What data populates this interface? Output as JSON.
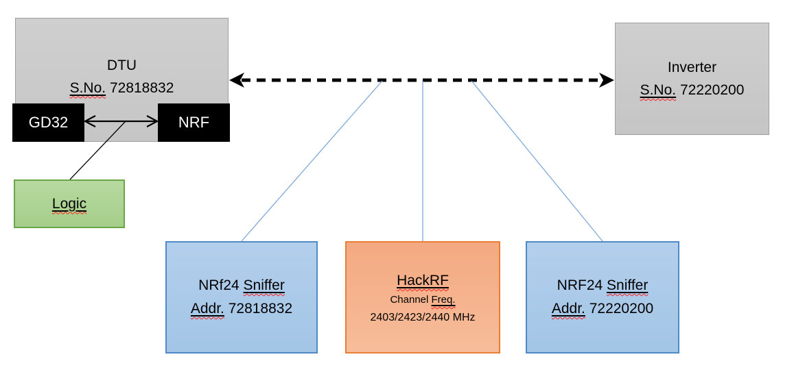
{
  "diagram": {
    "dtu": {
      "title": "DTU",
      "serial_label": "S.No.",
      "serial_value": " 72818832"
    },
    "gd32": {
      "label": "GD32"
    },
    "nrf": {
      "label": "NRF"
    },
    "logic": {
      "label": "Logic"
    },
    "inverter": {
      "title": "Inverter",
      "serial_label": "S.No.",
      "serial_value": " 72220200"
    },
    "sniffer_dtu": {
      "name_plain": "NRf24 ",
      "name_misspelled": "Sniffer",
      "addr_label": "Addr.",
      "addr_value": " 72818832"
    },
    "hackrf": {
      "title": "HackRF",
      "line2_plain": "Channel ",
      "line2_misspelled": "Freq.",
      "line3": "2403/2423/2440 MHz"
    },
    "sniffer_inverter": {
      "name_plain": "NRF24 ",
      "name_misspelled": "Sniffer",
      "addr_label": "Addr.",
      "addr_value": " 72220200"
    }
  },
  "colors": {
    "gray_fill": "#c9c9c9",
    "gray_border": "#9e9e9e",
    "chip_fill": "#000000",
    "chip_text": "#ffffff",
    "green_fill": "#aed497",
    "green_border": "#6aa547",
    "blue_fill": "#a9c9ea",
    "blue_border": "#4e8ac8",
    "orange_fill": "#f4b183",
    "orange_border": "#e97e35",
    "connector_blue": "#7fa8d9",
    "arrow_black": "#000000",
    "squiggle_red": "#ff1f1f"
  }
}
